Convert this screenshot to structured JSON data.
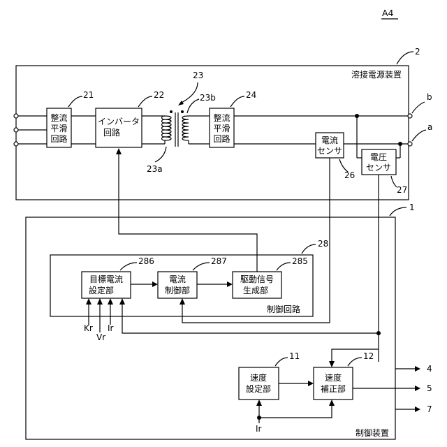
{
  "figure_label": "A4",
  "welding_power_supply": {
    "ref": "2",
    "label": "溶接電源装置"
  },
  "control_device": {
    "ref": "1",
    "label": "制御装置"
  },
  "control_circuit": {
    "ref": "28",
    "label": "制御回路"
  },
  "blocks": {
    "rectifier_21": {
      "ref": "21",
      "lines": [
        "整流",
        "平滑",
        "回路"
      ]
    },
    "inverter_22": {
      "ref": "22",
      "lines": [
        "インバータ",
        "回路"
      ]
    },
    "transformer_23": {
      "ref": "23",
      "primary_ref": "23a",
      "secondary_ref": "23b"
    },
    "rectifier_24": {
      "ref": "24",
      "lines": [
        "整流",
        "平滑",
        "回路"
      ]
    },
    "current_sensor_26": {
      "ref": "26",
      "lines": [
        "電流",
        "センサ"
      ]
    },
    "voltage_sensor_27": {
      "ref": "27",
      "lines": [
        "電圧",
        "センサ"
      ]
    },
    "target_current_286": {
      "ref": "286",
      "lines": [
        "目標電流",
        "設定部"
      ]
    },
    "current_control_287": {
      "ref": "287",
      "lines": [
        "電流",
        "制御部"
      ]
    },
    "drive_signal_285": {
      "ref": "285",
      "lines": [
        "駆動信号",
        "生成部"
      ]
    },
    "speed_setting_11": {
      "ref": "11",
      "lines": [
        "速度",
        "設定部"
      ]
    },
    "speed_correction_12": {
      "ref": "12",
      "lines": [
        "速度",
        "補正部"
      ]
    }
  },
  "terminals": {
    "a": "a",
    "b": "b"
  },
  "inputs": {
    "kr": "Kr",
    "vr": "Vr",
    "ir": "Ir",
    "ir_bottom": "Ir"
  },
  "outputs": {
    "out4": "4",
    "out5": "5",
    "out7": "7"
  }
}
